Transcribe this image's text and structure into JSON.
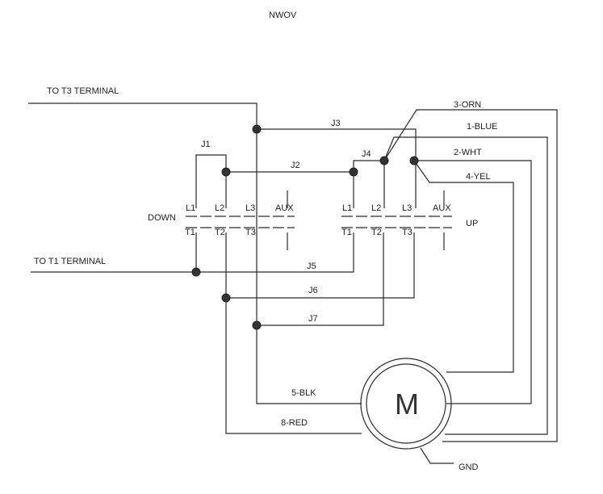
{
  "title": "NWOV",
  "terminals": {
    "t3": "TO T3 TERMINAL",
    "t1": "TO T1 TERMINAL"
  },
  "contactors": {
    "down": {
      "name": "DOWN",
      "top": [
        "L1",
        "L2",
        "L3",
        "AUX"
      ],
      "bottom": [
        "T1",
        "T2",
        "T3"
      ]
    },
    "up": {
      "name": "UP",
      "top": [
        "L1",
        "L2",
        "L3",
        "AUX"
      ],
      "bottom": [
        "T1",
        "T2",
        "T3"
      ]
    }
  },
  "jumpers": [
    "J1",
    "J2",
    "J3",
    "J4",
    "J5",
    "J6",
    "J7"
  ],
  "motor": {
    "symbol": "M",
    "leads": [
      "3-ORN",
      "1-BLUE",
      "2-WHT",
      "4-YEL",
      "5-BLK",
      "8-RED"
    ],
    "ground": "GND"
  }
}
